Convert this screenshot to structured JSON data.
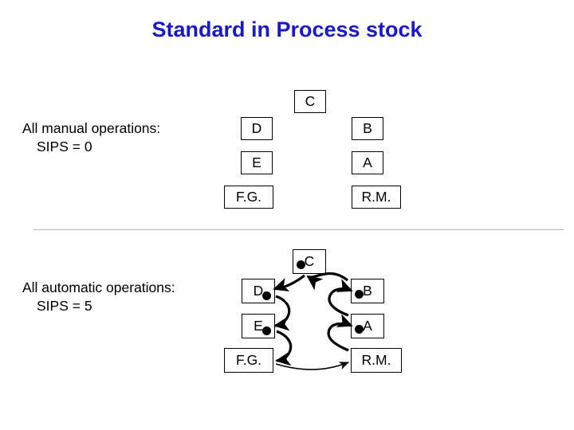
{
  "slide": {
    "title": "Standard in Process stock",
    "title_color": "#1a18c8",
    "background": "#ffffff",
    "divider_color": "#b6b6b6"
  },
  "sections": {
    "manual": {
      "caption_line1": "All manual operations:",
      "caption_line2": "SIPS = 0",
      "sips_value": "0",
      "nodes": [
        {
          "id": "C",
          "label": "C",
          "dot": false
        },
        {
          "id": "D",
          "label": "D",
          "dot": false
        },
        {
          "id": "E",
          "label": "E",
          "dot": false
        },
        {
          "id": "F.G.",
          "label": "F.G.",
          "dot": false
        },
        {
          "id": "B",
          "label": "B",
          "dot": false
        },
        {
          "id": "A",
          "label": "A",
          "dot": false
        },
        {
          "id": "R.M.",
          "label": "R.M.",
          "dot": false
        }
      ],
      "arrows": []
    },
    "automatic": {
      "caption_line1": "All automatic operations:",
      "caption_line2": "SIPS = 5",
      "sips_value": "5",
      "nodes": [
        {
          "id": "C",
          "label": "C",
          "dot": true,
          "dot_side": "left"
        },
        {
          "id": "D",
          "label": "D",
          "dot": true,
          "dot_side": "right"
        },
        {
          "id": "E",
          "label": "E",
          "dot": true,
          "dot_side": "right"
        },
        {
          "id": "F.G.",
          "label": "F.G.",
          "dot": false
        },
        {
          "id": "B",
          "label": "B",
          "dot": true,
          "dot_side": "left"
        },
        {
          "id": "A",
          "label": "A",
          "dot": true,
          "dot_side": "left"
        },
        {
          "id": "R.M.",
          "label": "R.M.",
          "dot": false
        }
      ],
      "arrows": [
        {
          "from": "F.G.",
          "to": "R.M."
        },
        {
          "from": "R.M.",
          "to": "A"
        },
        {
          "from": "A",
          "to": "B"
        },
        {
          "from": "B",
          "to": "C"
        },
        {
          "from": "C",
          "to": "D"
        },
        {
          "from": "D",
          "to": "E"
        },
        {
          "from": "E",
          "to": "F.G."
        }
      ]
    }
  }
}
